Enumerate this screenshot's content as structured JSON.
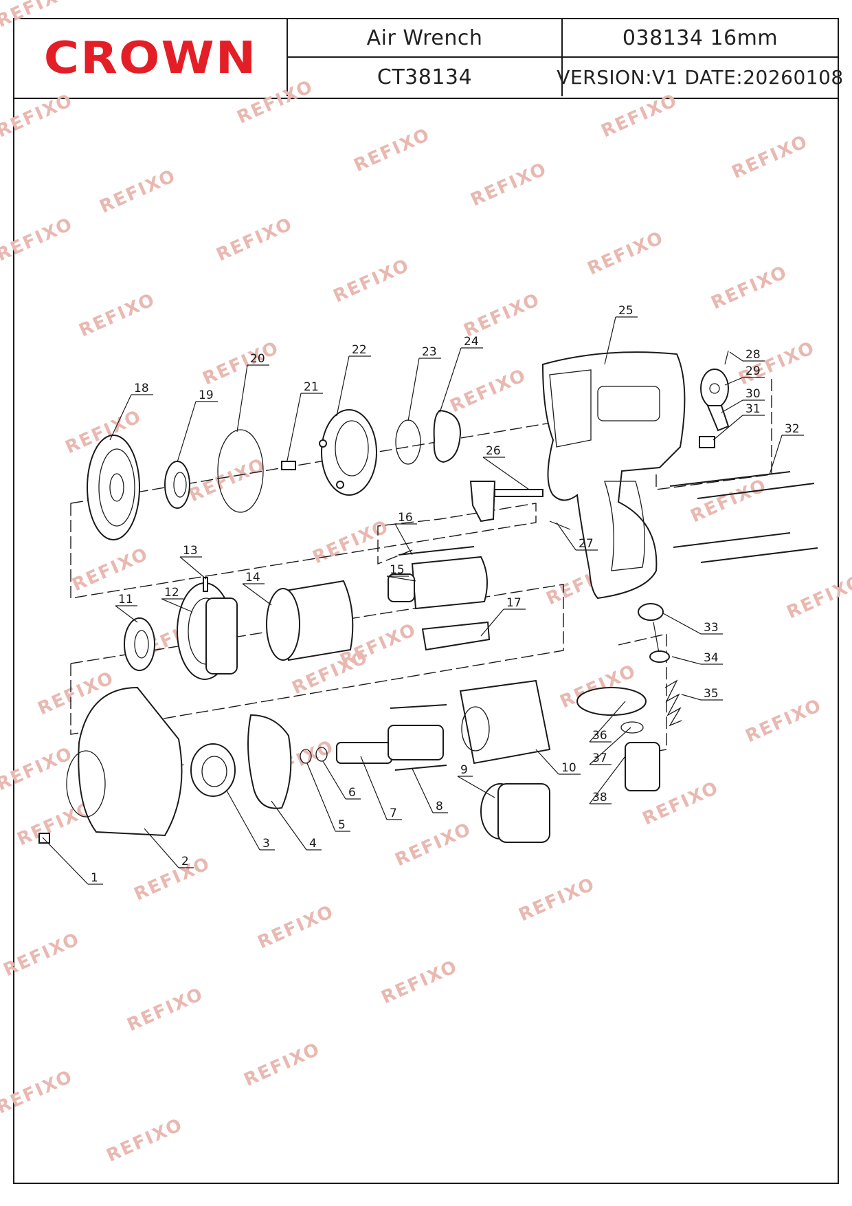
{
  "title_block": {
    "brand": "CROWN",
    "product_name": "Air  Wrench",
    "model": "CT38134",
    "code": "038134  16mm",
    "version": "VERSION:V1  DATE:20260108"
  },
  "watermark": "REFIXO",
  "colors": {
    "brand_red": "#e41e26",
    "line": "#1a1a1a",
    "watermark": "#e9b8b0"
  },
  "part_labels": [
    "1",
    "2",
    "3",
    "4",
    "5",
    "6",
    "7",
    "8",
    "9",
    "10",
    "11",
    "12",
    "13",
    "14",
    "15",
    "16",
    "17",
    "18",
    "19",
    "20",
    "21",
    "22",
    "23",
    "24",
    "25",
    "26",
    "27",
    "28",
    "29",
    "30",
    "31",
    "32",
    "33",
    "34",
    "35",
    "36",
    "37",
    "38"
  ]
}
